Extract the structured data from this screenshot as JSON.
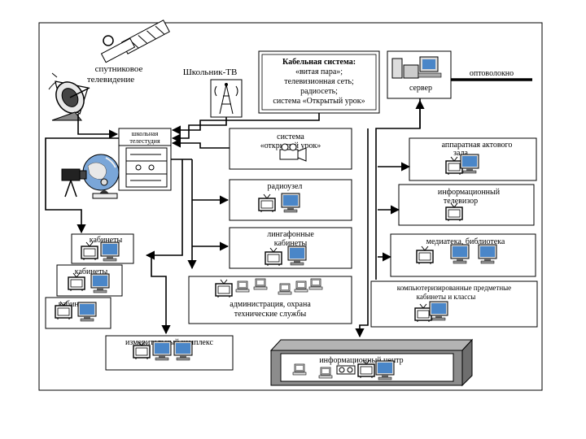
{
  "labels": {
    "satellite_tv": [
      "спутниковое",
      "телевидение"
    ],
    "school_tv": "Школьник-ТВ",
    "cable_system": [
      "Кабельная система:",
      "«витая пара»;",
      "телевизионная сеть;",
      "радиосеть;",
      "система «Открытый урок»"
    ],
    "server": "сервер",
    "fiber": "оптоволокно",
    "studio": [
      "школьная",
      "телестудия"
    ],
    "open_lesson": [
      "система",
      "«открытый урок»"
    ],
    "radio": "радиоузел",
    "language_labs": [
      "лингафонные",
      "кабинеты"
    ],
    "hall_equipment": [
      "аппаратная актового",
      "зала"
    ],
    "info_tv": [
      "информационный",
      "телевизор"
    ],
    "library": "медиатека, библиотека",
    "classrooms_1": "кабинеты",
    "classrooms_2": "кабинеты",
    "classrooms_3": "кабинеты",
    "administration": [
      "администрация, охрана",
      "технические службы"
    ],
    "computer_classes": [
      "компьютеризированные предметные",
      "кабинеты и классы"
    ],
    "measurement_complex": "измерительный комплекс",
    "info_center": "информационный центр"
  },
  "colors": {
    "line": "#000000",
    "screen": "#4a86c8",
    "screen_dark": "#2a5a96",
    "center_box": "#8c8c8c",
    "center_top": "#b4b4b4"
  },
  "icons": {
    "satellite": "satellite-icon",
    "dish": "satellite-dish-icon",
    "tower": "antenna-tower-icon",
    "camera": "video-camera-icon",
    "tv": "tv-icon",
    "monitor": "monitor-icon",
    "globe": "globe-icon",
    "server": "server-computer-icon"
  }
}
